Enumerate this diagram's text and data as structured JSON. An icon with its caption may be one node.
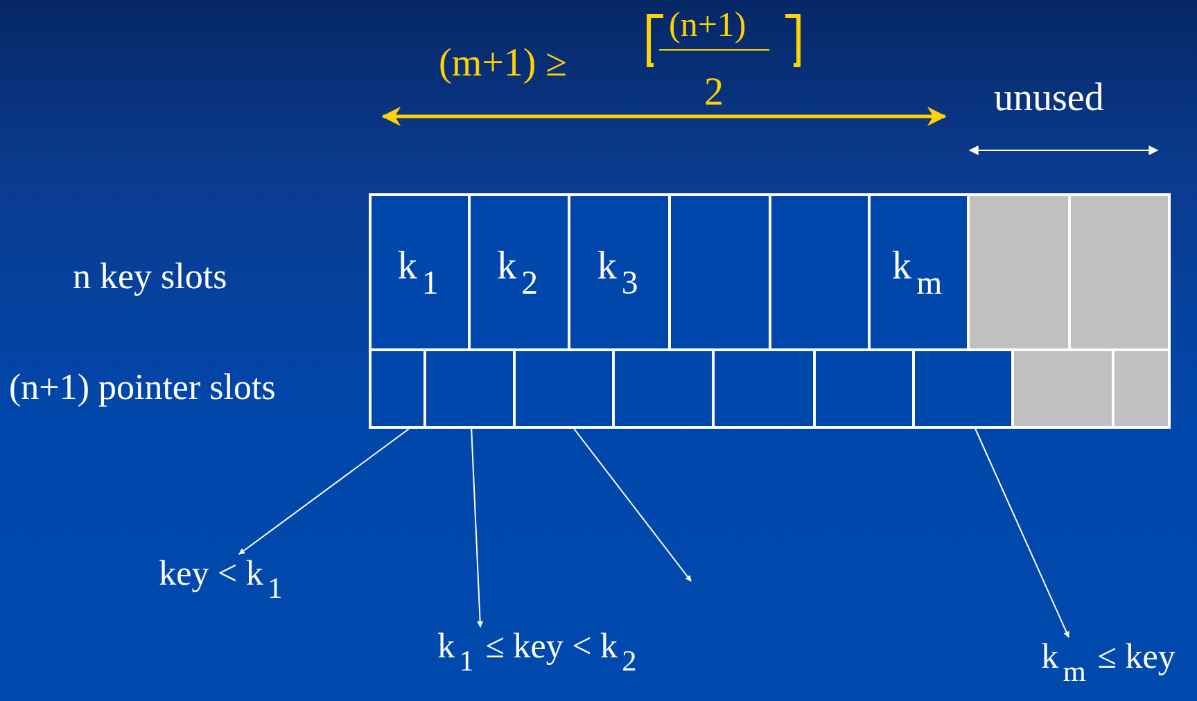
{
  "diagram": {
    "nodes": [
      {
        "text": [
          "k$_{1}$"
        ]
      },
      {
        "text": [
          "k$_{2}$"
        ]
      },
      {
        "text": [
          "k$_{3}$"
        ]
      },
      {
        "text": [],
        "shape": "box"
      },
      {
        "text": [],
        "shape": "box"
      },
      {
        "text": [
          "k$_{m}$"
        ]
      },
      {
        "text": [],
        "shape": "box"
      },
      {
        "text": [],
        "shape": "box"
      },
      {
        "text": [],
        "shape": "box"
      },
      {
        "text": [],
        "shape": "box"
      },
      {
        "text": [],
        "shape": "box"
      },
      {
        "text": [],
        "shape": "box"
      },
      {
        "text": [],
        "shape": "box"
      },
      {
        "text": [],
        "shape": "box"
      },
      {
        "text": [],
        "shape": "box"
      },
      {
        "text": [],
        "shape": "box"
      },
      {
        "text": [],
        "shape": "box"
      },
      {
        "text": [
          "key < k$_{1}$"
        ]
      },
      {
        "text": [
          "k$_{1}$ ≤ key < k$_{2}$"
        ]
      },
      {
        "text": [
          "k$_{m}$ ≤ key"
        ]
      }
    ],
    "edges": [
      {
        "from": 8,
        "to": 17,
        "arrow": "to"
      },
      {
        "from": 9,
        "to": 18,
        "arrow": "to"
      },
      {
        "from": 10,
        "to": null,
        "arrow": "to"
      },
      {
        "from": 14,
        "to": 19,
        "arrow": "to"
      }
    ],
    "labels": [
      "(m+1) ≥",
      "(n+1)",
      "2",
      "unused",
      "n key slots",
      "(n+1) pointer slots"
    ]
  }
}
